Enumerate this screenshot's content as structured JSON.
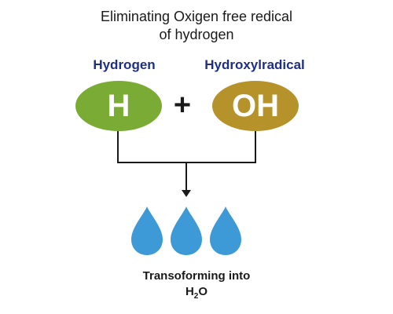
{
  "title": {
    "line1": "Eliminating Oxigen free redical",
    "line2": "of hydrogen"
  },
  "reactants": {
    "left_label": "Hydrogen",
    "left_symbol": "H",
    "operator": "+",
    "right_label": "Hydroxylradical",
    "right_symbol": "OH"
  },
  "result": {
    "line1": "Transoforming into",
    "formula_prefix": "H",
    "formula_subscript": "2",
    "formula_suffix": "O"
  },
  "colors": {
    "hydrogen": "#7aab35",
    "hydroxyl": "#b6922a",
    "label": "#1f2f86",
    "water_drop": "#3e9ad6"
  },
  "icons": [
    "water-drop-icon",
    "water-drop-icon",
    "water-drop-icon"
  ]
}
